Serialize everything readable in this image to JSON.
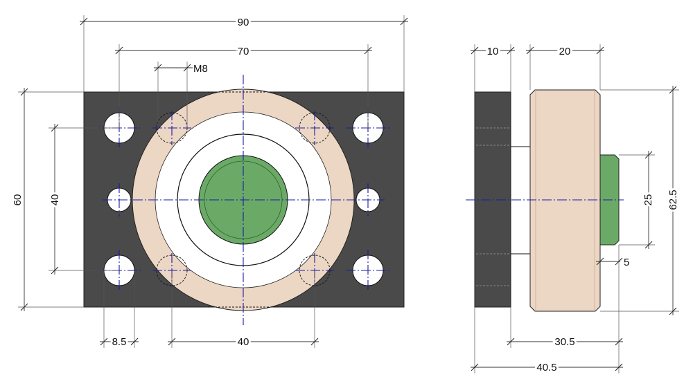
{
  "colors": {
    "block": "#4a4a4a",
    "flange": "#ecd6c4",
    "nut": "#6aaa66",
    "bore": "#ffffff",
    "centerline": "#1a1aa8"
  },
  "front_view": {
    "dim_width": "90",
    "dim_outer_holes": "70",
    "dim_thread": "M8",
    "dim_height": "60",
    "dim_hole_spacing_v": "40",
    "dim_hole_dia": "8.5",
    "dim_flange_holes": "40"
  },
  "side_view": {
    "dim_block_thickness": "10",
    "dim_flange_thickness": "20",
    "dim_nut_dia": "25",
    "dim_flange_dia": "62.5",
    "dim_nut_protrusion": "5",
    "dim_inner_length": "30.5",
    "dim_total_length": "40.5"
  }
}
